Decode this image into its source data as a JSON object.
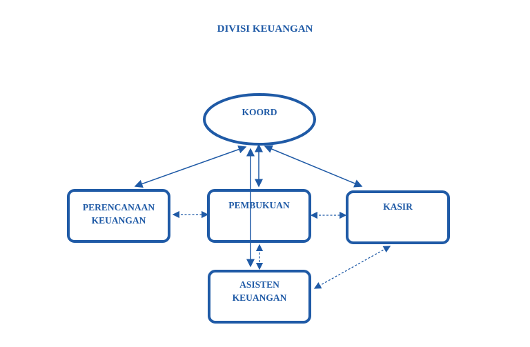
{
  "title": "DIVISI KEUANGAN",
  "nodes": {
    "koord": "KOORD",
    "perencanaan": [
      "PERENCANAAN",
      "KEUANGAN"
    ],
    "pembukuan": "PEMBUKUAN",
    "kasir": "KASIR",
    "asisten": [
      "ASISTEN",
      "KEUANGAN"
    ]
  },
  "colors": {
    "primary": "#1f5aa6",
    "border_light": "#8fb0d8"
  }
}
